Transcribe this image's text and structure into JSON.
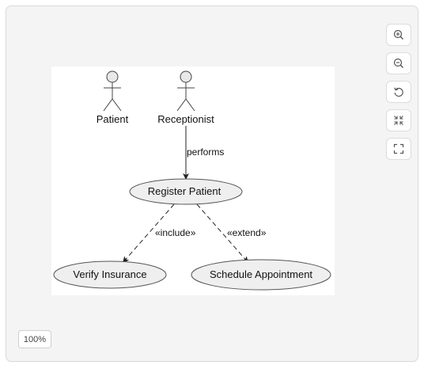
{
  "toolbar": {
    "buttons": [
      {
        "icon": "zoom-in-icon"
      },
      {
        "icon": "zoom-out-icon"
      },
      {
        "icon": "reset-icon"
      },
      {
        "icon": "fit-icon"
      },
      {
        "icon": "fullscreen-icon"
      }
    ]
  },
  "zoom_level": "100%",
  "diagram": {
    "actors": {
      "patient": "Patient",
      "receptionist": "Receptionist"
    },
    "use_cases": {
      "register": "Register Patient",
      "verify": "Verify Insurance",
      "schedule": "Schedule Appointment"
    },
    "relations": {
      "performs": "performs",
      "include": "«include»",
      "extend": "«extend»"
    }
  }
}
